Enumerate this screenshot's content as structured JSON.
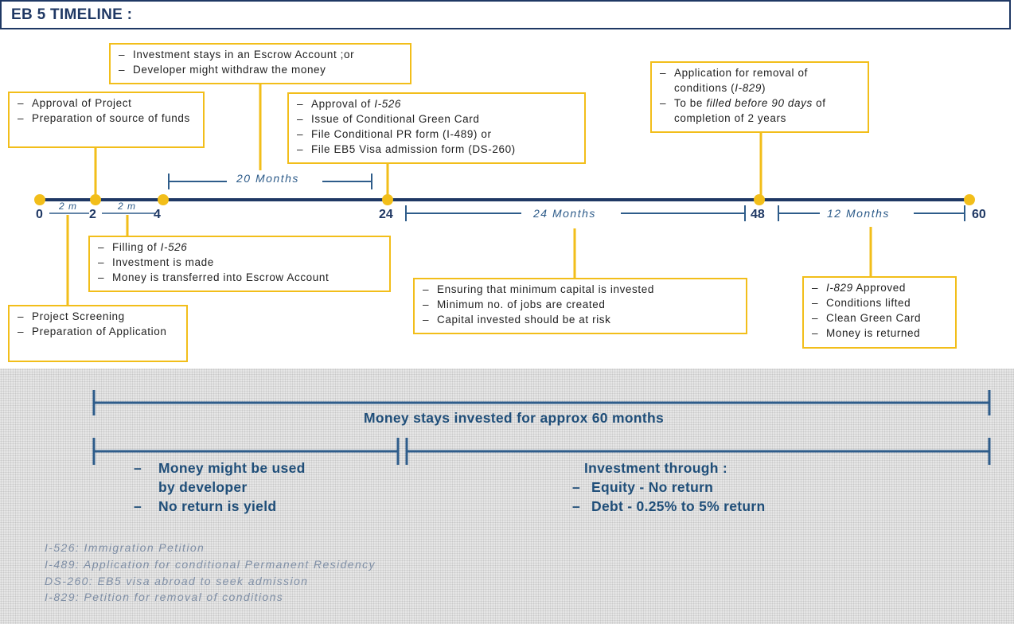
{
  "title": "EB 5 TIMELINE :",
  "ticks": [
    "0",
    "2",
    "4",
    "24",
    "48",
    "60"
  ],
  "spans": {
    "s0_2": "2 m",
    "s2_4": "2 m",
    "s4_24": "20 Months",
    "s24_48": "24 Months",
    "s48_60": "12 Months"
  },
  "boxes": {
    "escrow": [
      "Investment stays in an Escrow Account ;or",
      "Developer might withdraw the money"
    ],
    "approval_project": [
      "Approval of Project",
      "Preparation of source of funds"
    ],
    "approval_526": [
      "Approval of ",
      "I-526",
      "Issue of Conditional Green Card",
      "File Conditional PR form (I-489) or",
      "File EB5 Visa admission form (DS-260)"
    ],
    "removal": [
      "Application for removal of conditions (",
      "I-829",
      ")",
      "To be ",
      "filled before 90 days ",
      "of completion of 2 years"
    ],
    "filling": [
      "Filling of ",
      "I-526",
      "Investment is made",
      "Money is transferred into Escrow Account"
    ],
    "screening": [
      "Project Screening",
      "Preparation of Application"
    ],
    "ensuring": [
      "Ensuring that minimum capital is invested",
      "Minimum no. of jobs are created",
      "Capital invested should be at risk"
    ],
    "approved": [
      "I-829",
      " Approved",
      "Conditions lifted",
      "Clean Green Card",
      "Money is returned"
    ]
  },
  "summary": {
    "main": "Money stays invested for approx 60 months",
    "left": [
      "Money might be used",
      "by developer",
      "No return is  yield"
    ],
    "right_title": "Investment through :",
    "right": [
      "Equity - No return",
      "Debt - 0.25% to 5% return"
    ]
  },
  "glossary": [
    "I-526: Immigration Petition",
    "I-489: Application for conditional Permanent Residency",
    "DS-260: EB5 visa abroad to seek admission",
    "I-829: Petition for removal of conditions"
  ],
  "colors": {
    "accent": "#f2be1a",
    "navy": "#1f3864",
    "span_blue": "#2e5c8a"
  }
}
